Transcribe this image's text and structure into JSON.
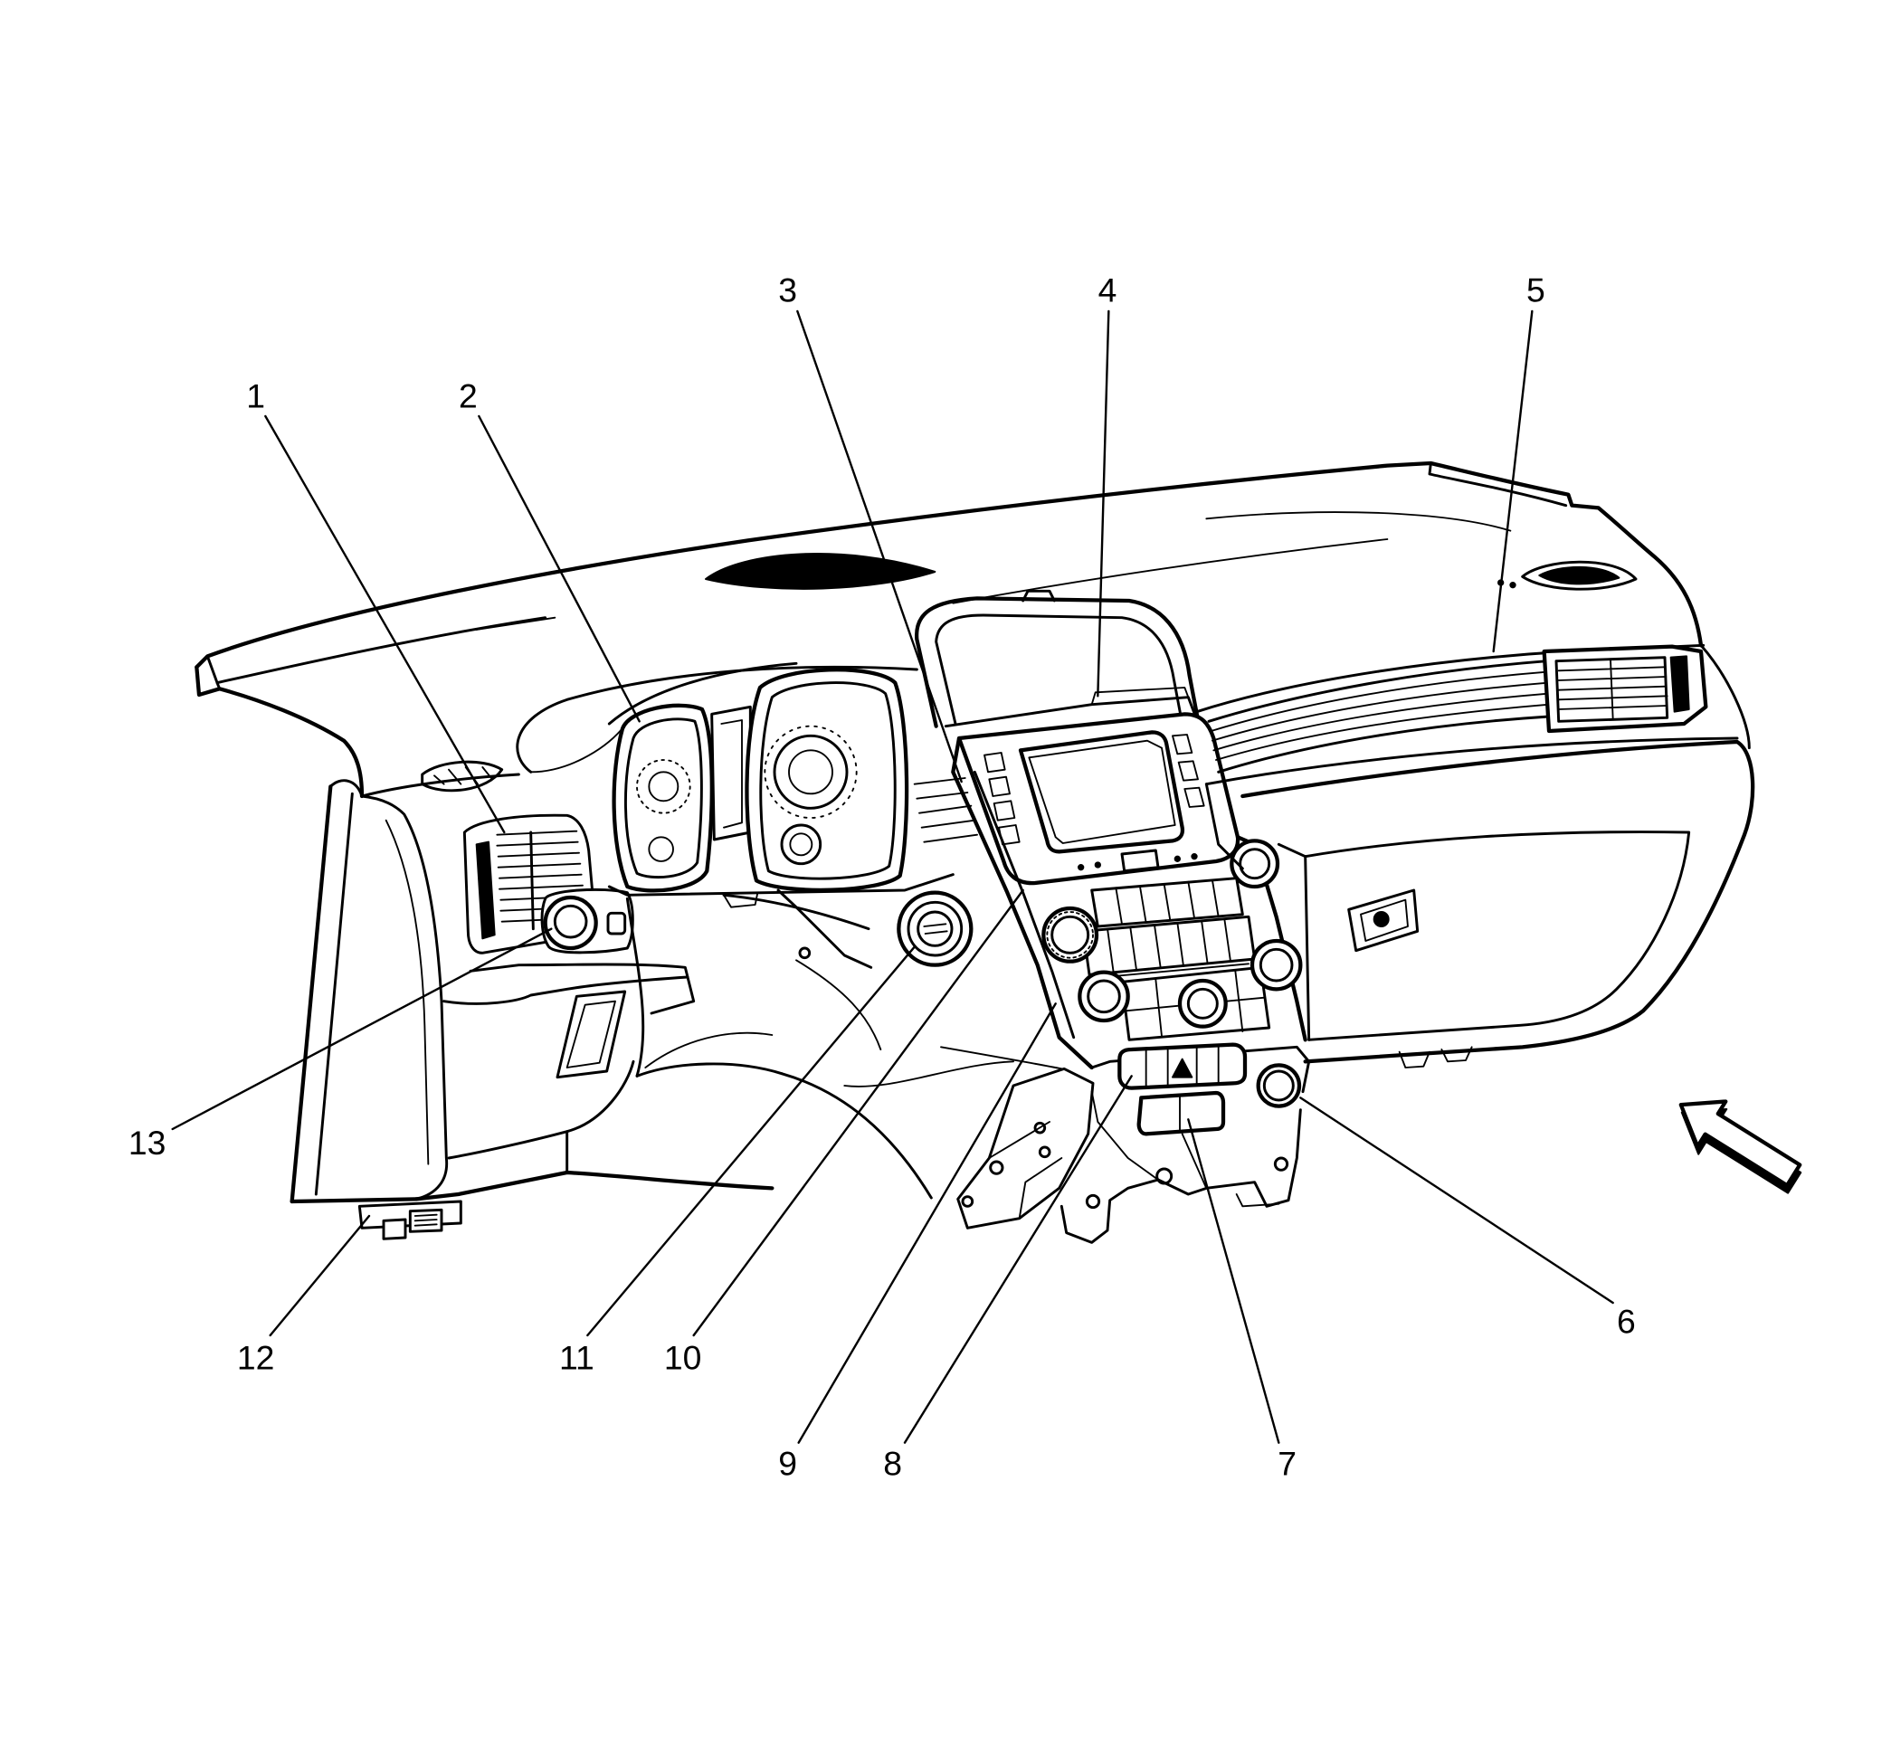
{
  "callouts": [
    {
      "label": "1"
    },
    {
      "label": "2"
    },
    {
      "label": "3"
    },
    {
      "label": "4"
    },
    {
      "label": "5"
    },
    {
      "label": "6"
    },
    {
      "label": "7"
    },
    {
      "label": "8"
    },
    {
      "label": "9"
    },
    {
      "label": "10"
    },
    {
      "label": "11"
    },
    {
      "label": "12"
    },
    {
      "label": "13"
    }
  ],
  "colors": {
    "line": "#000000",
    "background": "#ffffff"
  },
  "icons": {
    "view_arrow": "view-direction-arrow-icon"
  }
}
